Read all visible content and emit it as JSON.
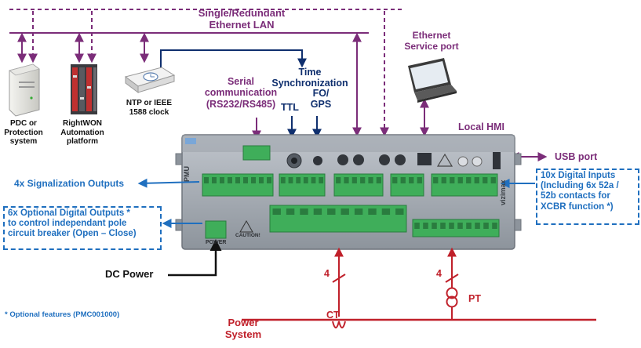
{
  "network": {
    "lan_line1": "Single/Redundant",
    "lan_line2": "Ethernet LAN",
    "service_line1": "Ethernet",
    "service_line2": "Service port"
  },
  "devices": {
    "pdc": [
      "PDC or",
      "Protection",
      "system"
    ],
    "rightwon": [
      "RightWON",
      "Automation",
      "platform"
    ],
    "ntp": [
      "NTP or IEEE",
      "1588 clock"
    ]
  },
  "serial": [
    "Serial",
    "communication",
    "(RS232/RS485)"
  ],
  "timesync": [
    "Time",
    "Synchronization"
  ],
  "ttl": "TTL",
  "fo_gps": [
    "FO/",
    "GPS"
  ],
  "local_hmi": "Local HMI",
  "usb_port": "USB port",
  "signal_outputs": "4x Signalization Outputs",
  "digital_outputs": [
    "6x Optional Digital Outputs *",
    "to control independant pole",
    "circuit breaker (Open – Close)"
  ],
  "digital_inputs": [
    "10x Digital Inputs",
    "(Including 6x 52a /",
    "52b contacts for",
    "XCBR function *)"
  ],
  "dc_power": "DC Power",
  "optional_note": "* Optional features (PMC001000)",
  "power_system": [
    "Power",
    "System"
  ],
  "ct": "CT",
  "pt": "PT",
  "wire_count_ct": "4",
  "wire_count_pt": "4",
  "device_labels": {
    "pmu": "PMU",
    "brand": "vizimax",
    "power_port": "POWER",
    "caution": "CAUTION!"
  },
  "colors": {
    "purple": "#7b2d79",
    "navy": "#0f2f6e",
    "blue": "#1f6fbf",
    "red": "#c0202a",
    "terminal_green": "#3fae5a",
    "device_body": "#a8aeb6"
  }
}
